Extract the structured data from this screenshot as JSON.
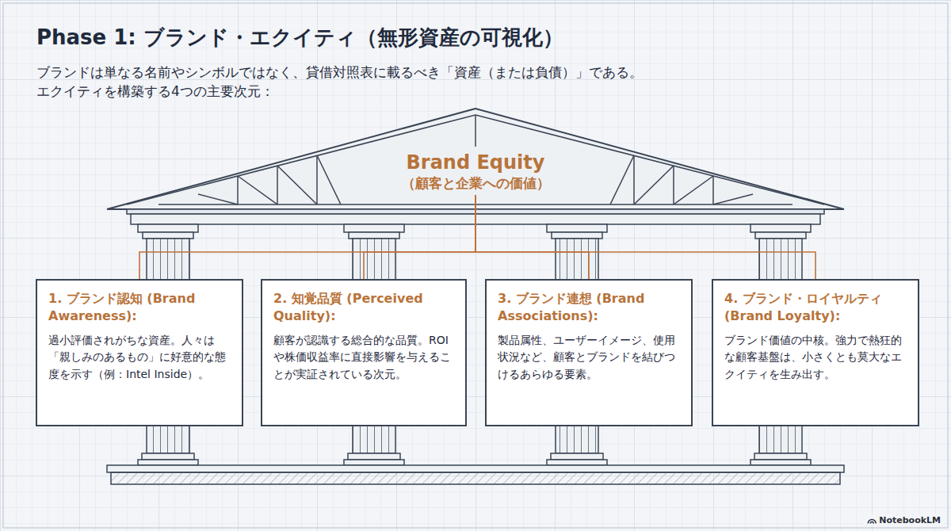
{
  "diagram": {
    "title": "Phase 1: ブランド・エクイティ（無形資産の可視化）",
    "nodes": [
      {
        "text": [
          "Brand Equity",
          "（顧客と企業への価値）"
        ]
      },
      {
        "text": [
          "1. ブランド認知 (Brand Awareness):",
          "過小評価されがちな資産。人々は「親しみのあるもの」に好意的な態度を示す（例：Intel Inside）。"
        ]
      },
      {
        "text": [
          "2. 知覚品質 (Perceived Quality):",
          "顧客が認識する総合的な品質。ROIや株価収益率に直接影響を与えることが実証されている次元。"
        ]
      },
      {
        "text": [
          "3. ブランド連想 (Brand Associations):",
          "製品属性、ユーザーイメージ、使用状況など、顧客とブランドを結びつけるあらゆる要素。"
        ]
      },
      {
        "text": [
          "4. ブランド・ロイヤルティ (Brand Loyalty):",
          "ブランド価値の中核。強力で熱狂的な顧客基盤は、小さくとも莫大なエクイティを生み出す。"
        ]
      }
    ],
    "edges": [
      {
        "from": 0,
        "to": 1,
        "arrow": "none"
      },
      {
        "from": 0,
        "to": 2,
        "arrow": "none"
      },
      {
        "from": 0,
        "to": 3,
        "arrow": "none"
      },
      {
        "from": 0,
        "to": 4,
        "arrow": "none"
      }
    ],
    "labels": [
      "ブランドは単なる名前やシンボルではなく、貸借対照表に載るべき「資産（または負債）」である。",
      "エクイティを構築する4つの主要次元：",
      "NotebookLM"
    ]
  }
}
